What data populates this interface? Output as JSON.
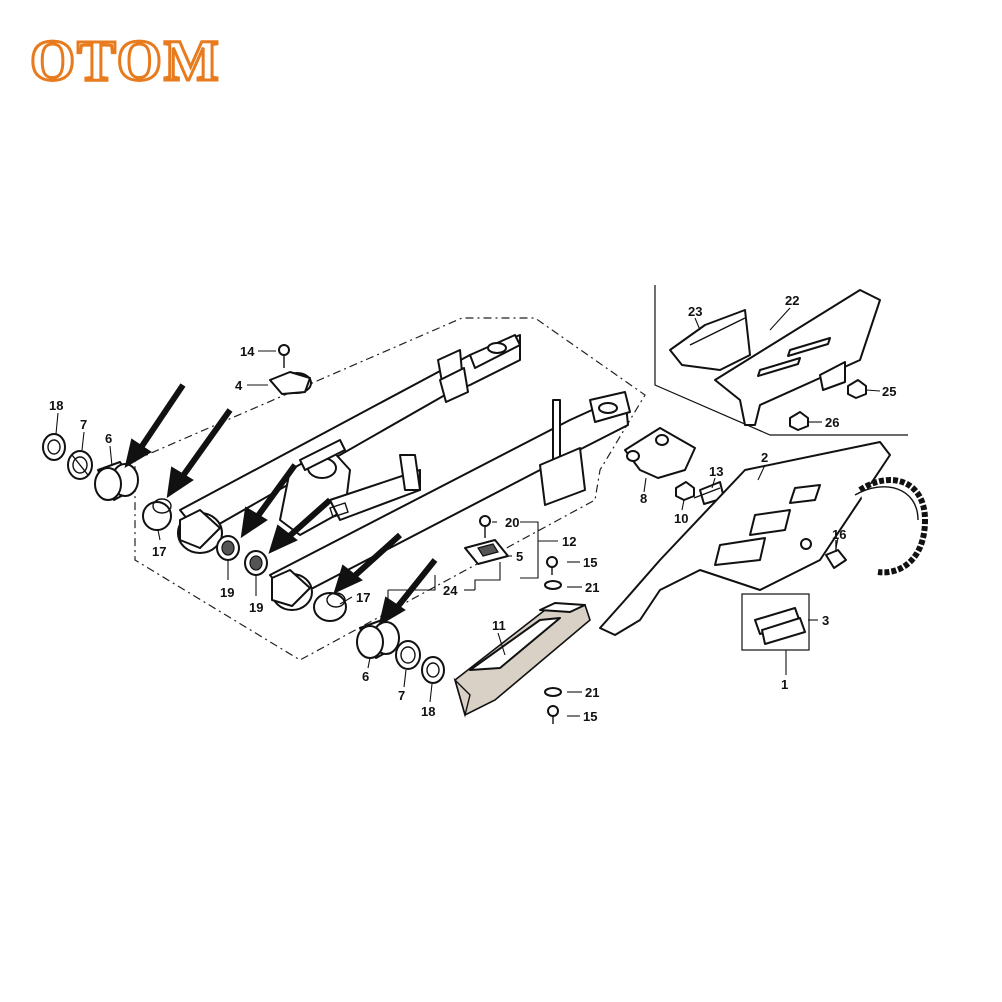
{
  "brand": {
    "logo_text": "OTOM",
    "logo_color": "#e87b1e"
  },
  "callouts": {
    "c1": "1",
    "c2": "2",
    "c3": "3",
    "c4": "4",
    "c5": "5",
    "c6a": "6",
    "c6b": "6",
    "c7a": "7",
    "c7b": "7",
    "c8": "8",
    "c10": "10",
    "c11": "11",
    "c12": "12",
    "c13": "13",
    "c14": "14",
    "c15a": "15",
    "c15b": "15",
    "c16": "16",
    "c17a": "17",
    "c17b": "17",
    "c18a": "18",
    "c18b": "18",
    "c19a": "19",
    "c19b": "19",
    "c20": "20",
    "c21a": "21",
    "c21b": "21",
    "c22": "22",
    "c23": "23",
    "c24": "24",
    "c25": "25",
    "c26": "26"
  },
  "colors": {
    "ink": "#111111",
    "background": "#ffffff",
    "foam": "#d9d0c6"
  }
}
